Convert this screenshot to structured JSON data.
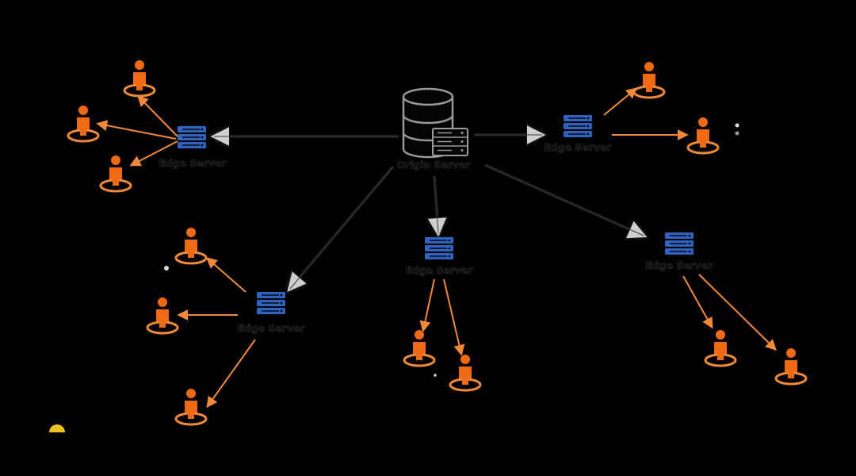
{
  "diagram": {
    "origin": {
      "label": "Origin Server"
    },
    "edge_servers": [
      {
        "id": "edge-top-left",
        "label": "Edge Server"
      },
      {
        "id": "edge-top-right",
        "label": "Edge Server"
      },
      {
        "id": "edge-middle-left",
        "label": "Edge Server"
      },
      {
        "id": "edge-middle-center",
        "label": "Edge Server"
      },
      {
        "id": "edge-middle-right",
        "label": "Edge Server"
      }
    ],
    "users_per_edge": [
      3,
      2,
      3,
      2,
      2
    ]
  },
  "colors": {
    "background": "#000000",
    "server_blue": "#2f63c0",
    "user_orange": "#ef6a12",
    "user_arrow": "#f08a3a",
    "origin_arrow": "#1a1a1a",
    "origin_outline": "#9a9a9a"
  },
  "icons": {
    "origin": "database-server-icon",
    "edge": "server-rack-icon",
    "user": "user-icon"
  }
}
